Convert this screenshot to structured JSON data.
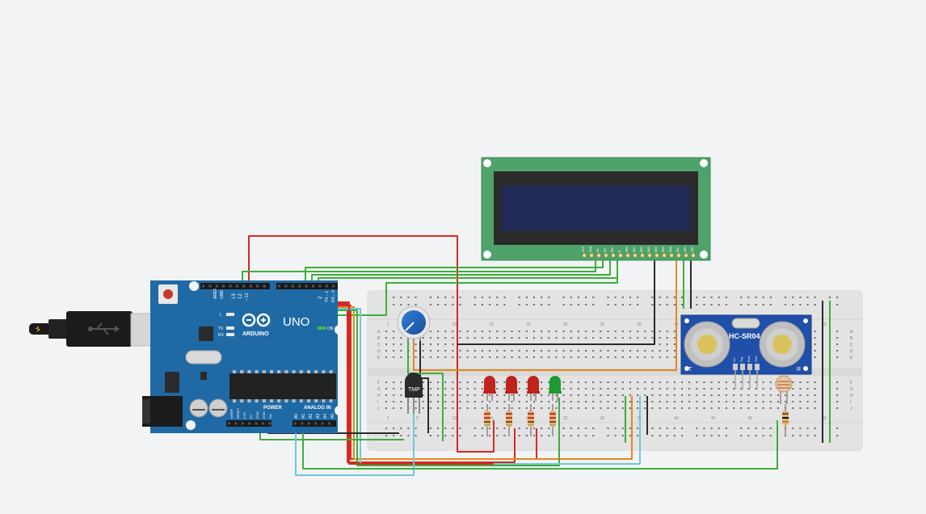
{
  "workspace": {
    "background": "#f2f3f4"
  },
  "arduino": {
    "brand": "ARDUINO",
    "model": "UNO",
    "on_label": "ON",
    "power_label": "POWER",
    "analog_label": "ANALOG IN",
    "aref_label": "AREF",
    "gnd_label": "GND",
    "pin13_label": "13",
    "pin12_label": "12",
    "pin11_label": "~11",
    "pin2_label": "2",
    "pin1_label": "TX→1",
    "pin0_label": "RX←0",
    "l_label": "L",
    "tx_label": "TX",
    "rx_label": "RX",
    "power_pins": [
      "IOREF",
      "RESET",
      "3.3V",
      "5V",
      "GND",
      "GND",
      "Vin"
    ],
    "analog_pins": [
      "A0",
      "A1",
      "A2",
      "A3",
      "A4",
      "A5"
    ],
    "color": "#1f6aa5"
  },
  "lcd": {
    "pins": [
      "VSS",
      "VDD",
      "V0",
      "RS",
      "RW",
      "E",
      "DB0",
      "DB1",
      "DB2",
      "DB3",
      "DB4",
      "DB5",
      "DB6",
      "DB7",
      "LED",
      "LED"
    ],
    "board_color": "#4fa36a",
    "screen_color": "#1f2b55"
  },
  "breadboard": {
    "column_numbers": [
      "1",
      "5",
      "10",
      "15",
      "20",
      "25",
      "30",
      "35",
      "40",
      "45",
      "50",
      "55",
      "60"
    ],
    "row_letters_top": [
      "A",
      "B",
      "C",
      "D",
      "E"
    ],
    "row_letters_bottom": [
      "F",
      "G",
      "H",
      "I",
      "J"
    ]
  },
  "sensors": {
    "ultrasonic_label": "HC-SR04",
    "ultrasonic_pins": [
      "Vcc",
      "Trig",
      "Echo",
      "Gnd"
    ],
    "ultrasonic_t": "T",
    "ultrasonic_r": "R",
    "tmp_label": "TMP"
  },
  "leds": [
    {
      "color": "#c0231c"
    },
    {
      "color": "#c0231c"
    },
    {
      "color": "#c0231c"
    },
    {
      "color": "#1e9a32"
    }
  ],
  "wire_colors": {
    "red": "#d42a22",
    "green": "#3dae3b",
    "orange": "#e5881c",
    "black": "#2a2a2a",
    "cyan": "#6ec7dd"
  }
}
